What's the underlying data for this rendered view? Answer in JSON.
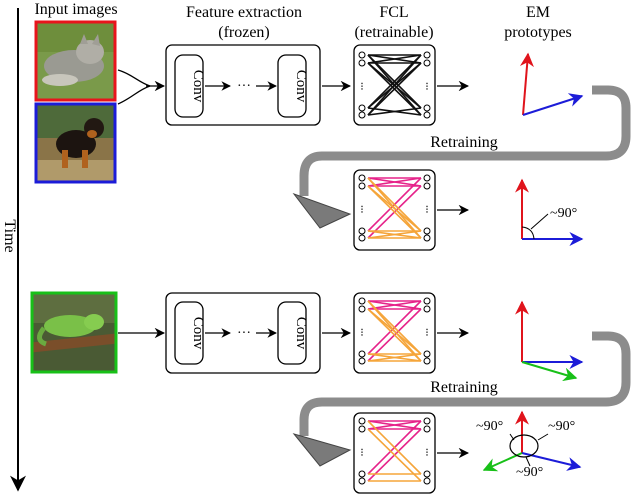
{
  "labels": {
    "input_images": "Input images",
    "feature_extraction_line1": "Feature extraction",
    "feature_extraction_line2": "(frozen)",
    "fcl_line1": "FCL",
    "fcl_line2": "(retrainable)",
    "em_line1": "EM",
    "em_line2": "prototypes",
    "time": "Time",
    "conv": "Conv",
    "ellipsis": "···",
    "retraining": "Retraining",
    "angle": "~90°",
    "fcl_dots": "⁝"
  },
  "images": [
    {
      "name": "cat",
      "border": "#e8141c"
    },
    {
      "name": "dog",
      "border": "#1c1cd8"
    },
    {
      "name": "chameleon",
      "border": "#18c018"
    }
  ],
  "colors": {
    "fcl_initial": "#111111",
    "fcl_magenta": "#e6238a",
    "fcl_orange": "#f5a53a",
    "prototype_red": "#e0141c",
    "prototype_blue": "#1c1cd8",
    "prototype_green": "#18c018",
    "retrain_arrow": "#8c8c8c"
  }
}
